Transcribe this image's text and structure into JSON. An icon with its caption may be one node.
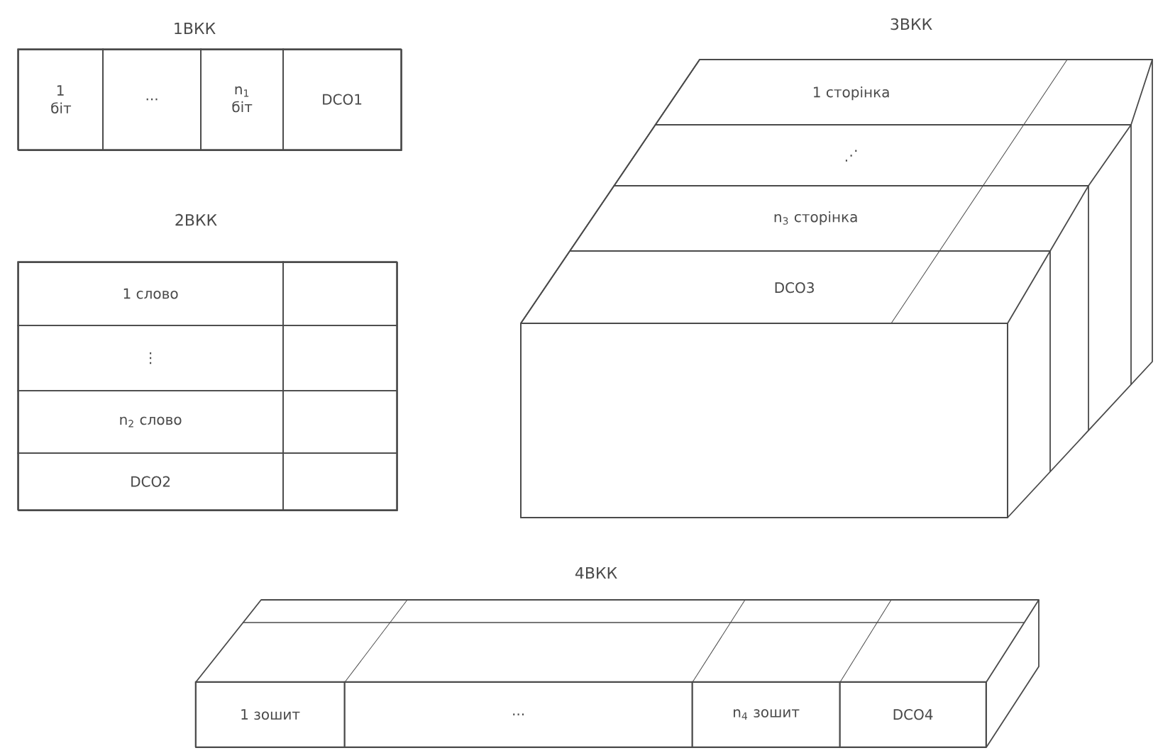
{
  "diagram": {
    "nodes": [
      {
        "text": [
          "1ВКК"
        ]
      },
      {
        "text": [
          "1 біт"
        ],
        "in": 0
      },
      {
        "text": [
          "..."
        ],
        "in": 0
      },
      {
        "text": [
          "n$_{1}$ біт"
        ],
        "in": 0
      },
      {
        "text": [
          "DCO1"
        ],
        "in": 0
      },
      {
        "text": [
          "2ВКК"
        ]
      },
      {
        "text": [
          "1 слово"
        ],
        "in": 5
      },
      {
        "text": [],
        "shape": "box",
        "in": 5
      },
      {
        "text": [
          "⋮"
        ],
        "in": 5
      },
      {
        "text": [],
        "shape": "box",
        "in": 5
      },
      {
        "text": [
          "n$_{2}$ слово"
        ],
        "in": 5
      },
      {
        "text": [],
        "shape": "box",
        "in": 5
      },
      {
        "text": [
          "DCO2"
        ],
        "in": 5
      },
      {
        "text": [],
        "shape": "box",
        "in": 5
      },
      {
        "text": [
          "3ВКК"
        ]
      },
      {
        "text": [
          "1 сторінка"
        ],
        "in": 14
      },
      {
        "text": [
          "⋰"
        ],
        "in": 14
      },
      {
        "text": [
          "n$_{3}$ сторінка"
        ],
        "in": 14
      },
      {
        "text": [
          "DCO3"
        ],
        "in": 14
      },
      {
        "text": [
          "4ВКК"
        ]
      },
      {
        "text": [
          "1 зошит"
        ],
        "in": 19
      },
      {
        "text": [
          "..."
        ],
        "in": 19
      },
      {
        "text": [
          "n$_{4}$ зошит"
        ],
        "in": 19
      },
      {
        "text": [
          "DCO4"
        ],
        "in": 19
      }
    ]
  }
}
